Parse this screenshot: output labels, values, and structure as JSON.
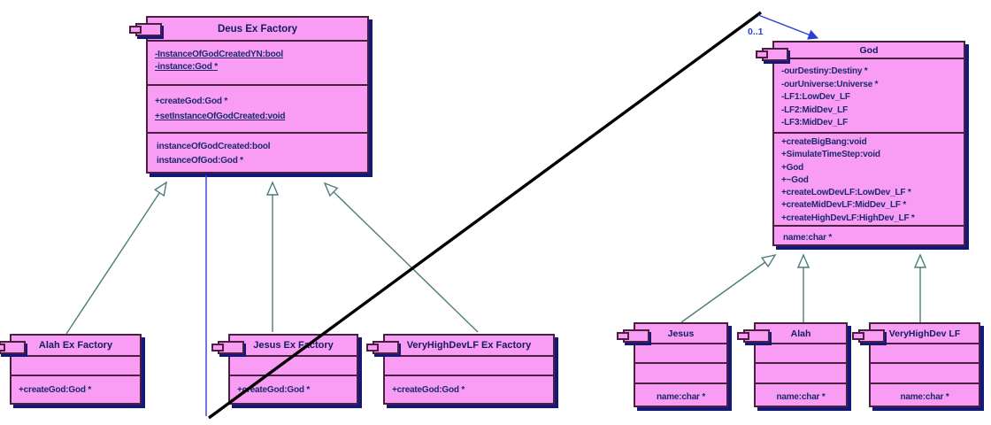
{
  "diagram": {
    "type": "uml-class-diagram",
    "association_label": "0..1",
    "colors": {
      "class_fill": "#f99cf3",
      "class_border": "#4b1f3f",
      "drop_shadow": "#12197b",
      "title_text": "#0f1c63",
      "member_text": "#1b2a70",
      "inheritance_line": "#4e7d78",
      "association_line": "#2a3fd9",
      "annotation_line": "#000000"
    }
  },
  "classes": {
    "deus": {
      "title": "Deus Ex Factory",
      "attributes": [
        {
          "text": "-InstanceOfGodCreatedYN:bool",
          "underline": true
        },
        {
          "text": "-instance:God *",
          "underline": true
        }
      ],
      "operations": [
        {
          "text": "+createGod:God *",
          "underline": false
        },
        {
          "text": "+setInstanceOfGodCreated:void",
          "underline": true
        }
      ],
      "properties": [
        {
          "text": "instanceOfGodCreated:bool"
        },
        {
          "text": "instanceOfGod:God *"
        }
      ]
    },
    "god": {
      "title": "God",
      "attributes": [
        "-ourDestiny:Destiny *",
        "-ourUniverse:Universe *",
        "-LF1:LowDev_LF",
        "-LF2:MidDev_LF",
        "-LF3:MidDev_LF"
      ],
      "operations": [
        "+createBigBang:void",
        "+SimulateTimeStep:void",
        "+God",
        "+~God",
        "+createLowDevLF:LowDev_LF *",
        "+createMidDevLF:MidDev_LF *",
        "+createHighDevLF:HighDev_LF *"
      ],
      "properties": [
        "name:char *"
      ]
    },
    "alah_factory": {
      "title": "Alah Ex Factory",
      "operations": [
        "+createGod:God *"
      ]
    },
    "jesus_factory": {
      "title": "Jesus Ex Factory",
      "operations": [
        "+createGod:God *"
      ]
    },
    "vhd_factory": {
      "title": "VeryHighDevLF Ex Factory",
      "operations": [
        "+createGod:God *"
      ]
    },
    "jesus": {
      "title": "Jesus",
      "properties": [
        "name:char *"
      ]
    },
    "alah": {
      "title": "Alah",
      "properties": [
        "name:char *"
      ]
    },
    "vhd_lf": {
      "title": "VeryHighDev LF",
      "properties": [
        "name:char *"
      ]
    }
  }
}
